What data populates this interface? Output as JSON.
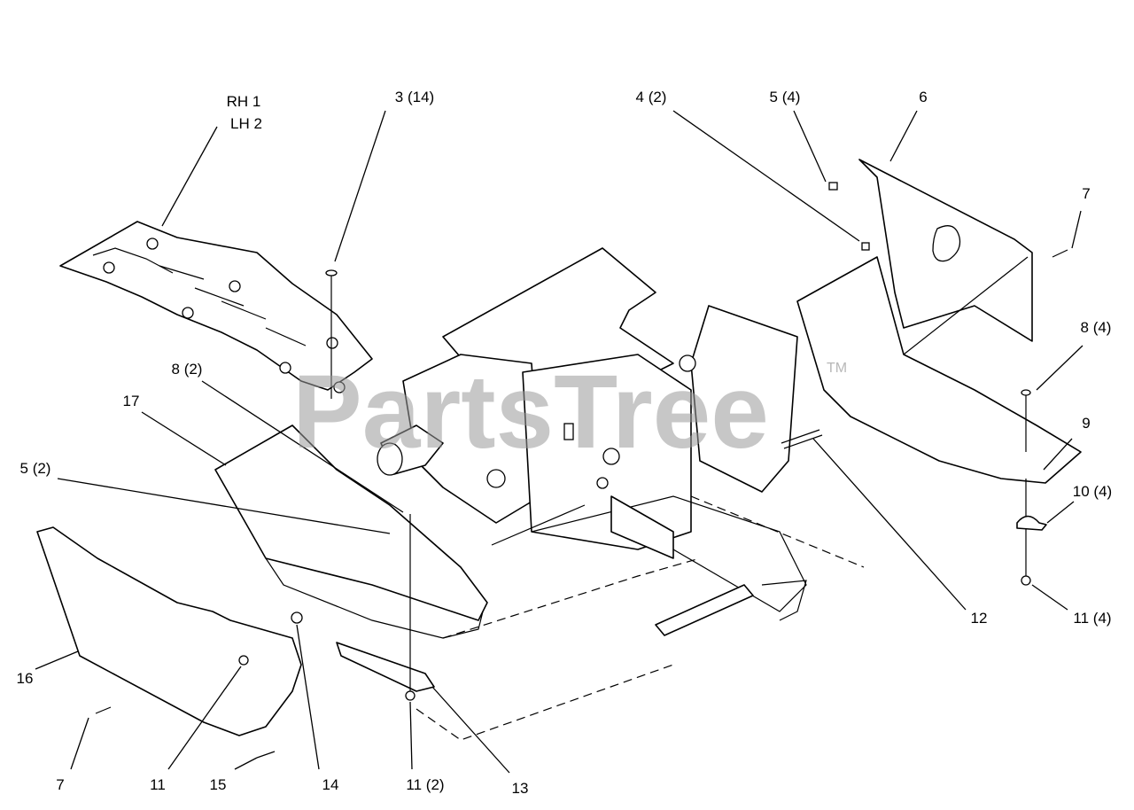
{
  "watermark": {
    "text": "PartsTree",
    "trademark": "TM"
  },
  "callouts": [
    {
      "id": "rh1",
      "text": "RH 1"
    },
    {
      "id": "lh2",
      "text": "LH 2"
    },
    {
      "id": "c3",
      "text": "3 (14)"
    },
    {
      "id": "c4",
      "text": "4 (2)"
    },
    {
      "id": "c5a",
      "text": "5 (4)"
    },
    {
      "id": "c6",
      "text": "6"
    },
    {
      "id": "c7a",
      "text": "7"
    },
    {
      "id": "c8a",
      "text": "8 (4)"
    },
    {
      "id": "c9",
      "text": "9"
    },
    {
      "id": "c10",
      "text": "10 (4)"
    },
    {
      "id": "c11a",
      "text": "11 (4)"
    },
    {
      "id": "c12",
      "text": "12"
    },
    {
      "id": "c8b",
      "text": "8 (2)"
    },
    {
      "id": "c17",
      "text": "17"
    },
    {
      "id": "c5b",
      "text": "5 (2)"
    },
    {
      "id": "c16",
      "text": "16"
    },
    {
      "id": "c7b",
      "text": "7"
    },
    {
      "id": "c11b",
      "text": "11"
    },
    {
      "id": "c15",
      "text": "15"
    },
    {
      "id": "c14",
      "text": "14"
    },
    {
      "id": "c11c",
      "text": "11 (2)"
    },
    {
      "id": "c13",
      "text": "13"
    }
  ]
}
